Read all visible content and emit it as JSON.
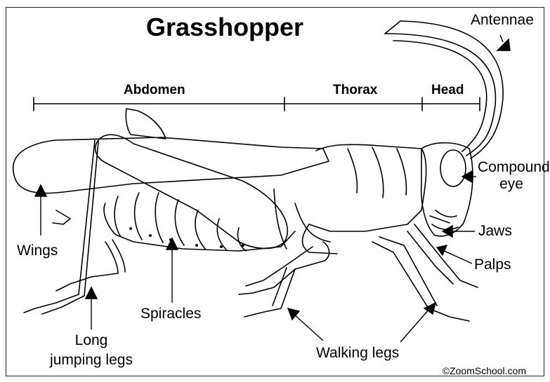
{
  "title": "Grasshopper",
  "sections": {
    "abdomen": "Abdomen",
    "thorax": "Thorax",
    "head": "Head"
  },
  "labels": {
    "antennae": "Antennae",
    "compound_eye_line1": "Compound",
    "compound_eye_line2": "eye",
    "jaws": "Jaws",
    "palps": "Palps",
    "wings": "Wings",
    "spiracles": "Spiracles",
    "jumping_legs_line1": "Long",
    "jumping_legs_line2": "jumping legs",
    "walking_legs": "Walking legs"
  },
  "copyright": "©ZoomSchool.com"
}
